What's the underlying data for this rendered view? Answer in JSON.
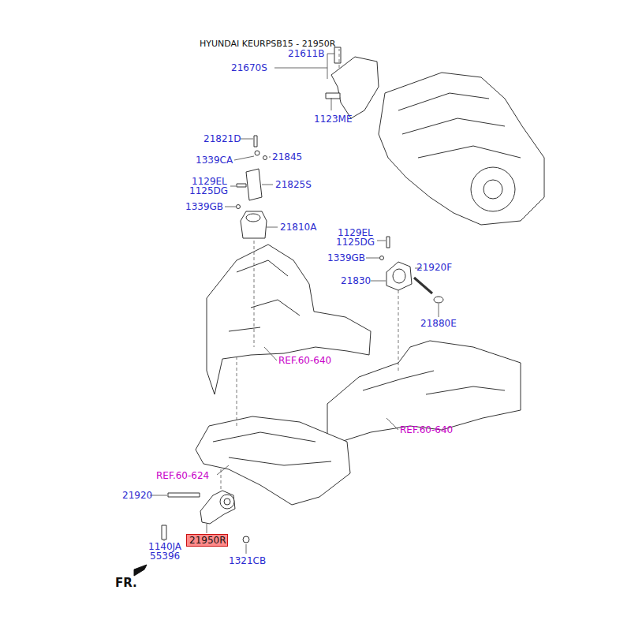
{
  "diagram": {
    "title": "HYUNDAI KEURPSB15 - 21950R",
    "nodes": [
      {
        "text": [
          "21950R"
        ]
      }
    ],
    "labels": [
      "21611B",
      "21670S",
      "1123ME",
      "21821D",
      "1339CA",
      "21845",
      "1129EL",
      "1125DG",
      "21825S",
      "1339GB",
      "21810A",
      "1129EL",
      "1125DG",
      "1339GB",
      "21920F",
      "21830",
      "21880E",
      "REF.60-640",
      "REF.60-640",
      "REF.60-624",
      "21920",
      "1140JA",
      "55396",
      "1321CB",
      "FR."
    ]
  }
}
